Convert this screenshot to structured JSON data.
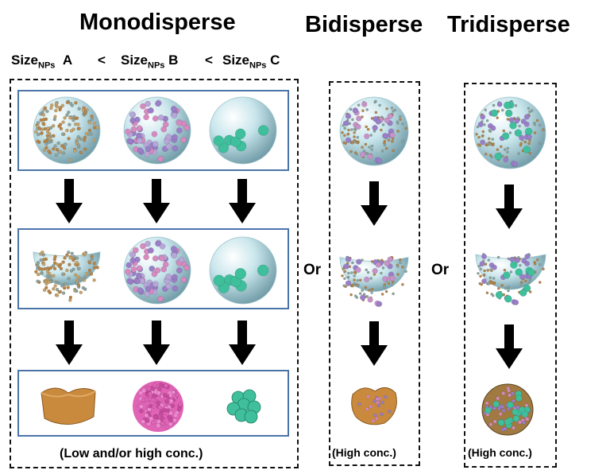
{
  "headings": {
    "mono": "Monodisperse",
    "bi": "Bidisperse",
    "tri": "Tridisperse"
  },
  "size_labels": {
    "size": "Size",
    "sub": "NPs",
    "a": "A",
    "b": "B",
    "c": "C",
    "lt": "<"
  },
  "connectors": {
    "or": "Or"
  },
  "conc_labels": {
    "mono": "(Low and/or high conc.)",
    "bi": "(High conc.)",
    "tri": "(High conc.)"
  },
  "colors": {
    "droplet": "#c9e6ec",
    "small_np": "#b9864a",
    "medium_np": "#9a7fc8",
    "large_np": "#3fbf9c",
    "film": "#c98a3e",
    "pink_cluster": "#e063b6",
    "row_border": "#4a74a8"
  }
}
